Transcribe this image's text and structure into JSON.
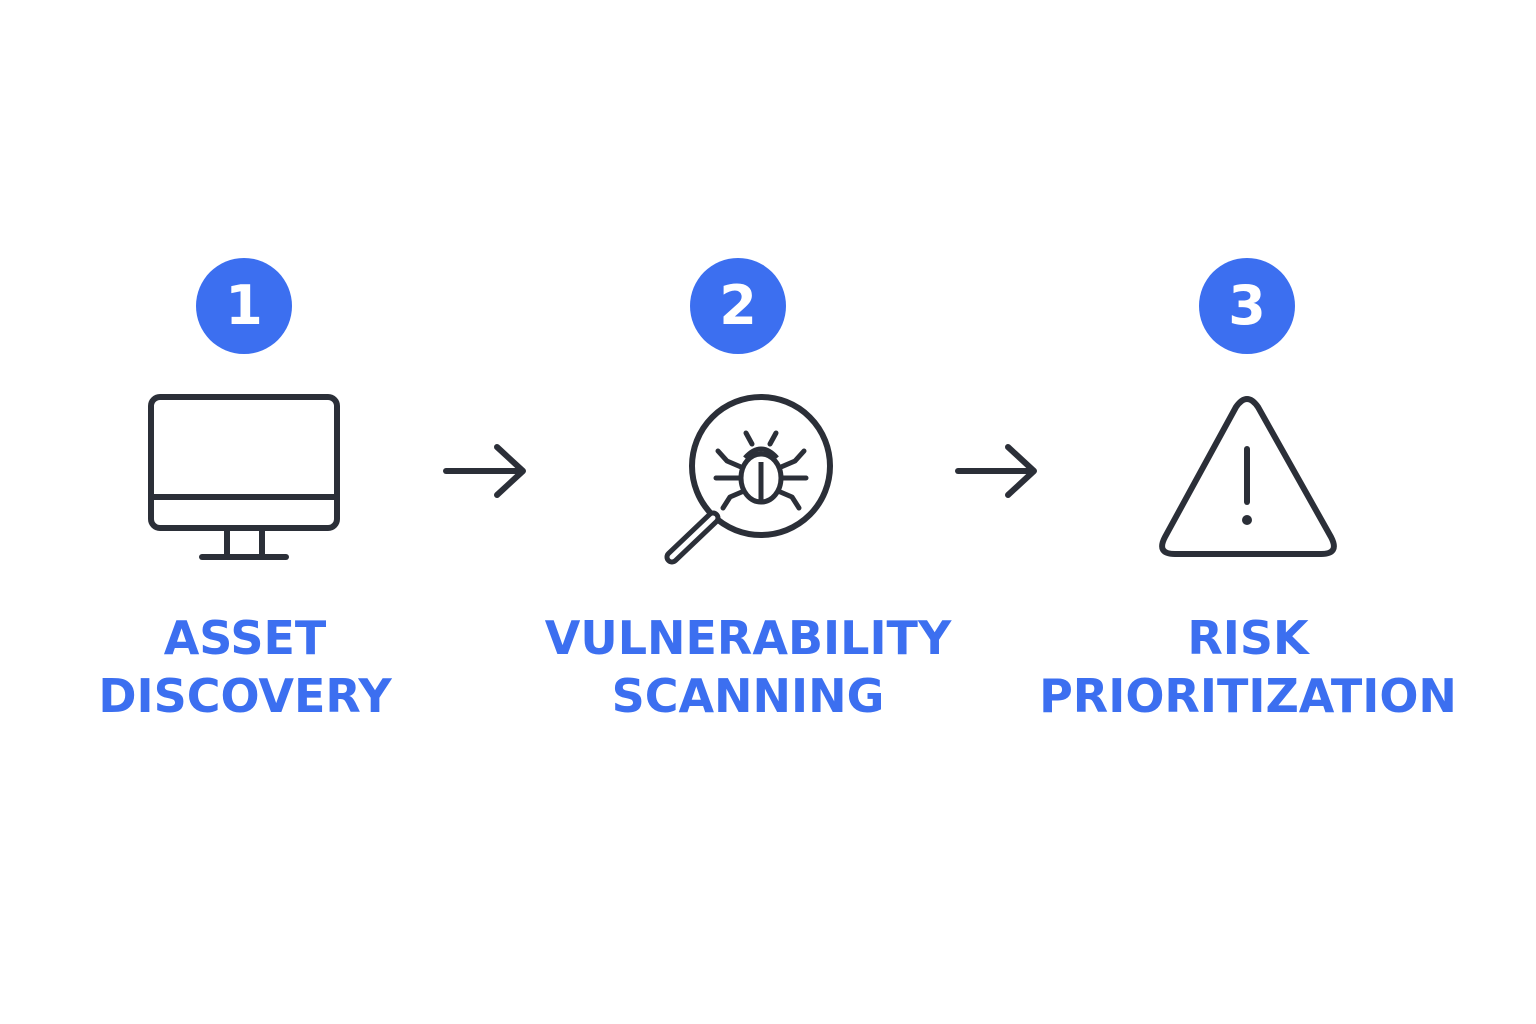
{
  "colors": {
    "accent": "#3c6ff0",
    "icon_stroke": "#2b2f38",
    "background": "#ffffff",
    "number_text": "#ffffff"
  },
  "steps": [
    {
      "number": "1",
      "icon": "monitor-icon",
      "label_line1": "ASSET",
      "label_line2": "DISCOVERY"
    },
    {
      "number": "2",
      "icon": "bug-magnifier-icon",
      "label_line1": "VULNERABILITY",
      "label_line2": "SCANNING"
    },
    {
      "number": "3",
      "icon": "warning-triangle-icon",
      "label_line1": "RISK",
      "label_line2": "PRIORITIZATION"
    }
  ],
  "connectors": [
    {
      "icon": "arrow-right-icon"
    },
    {
      "icon": "arrow-right-icon"
    }
  ]
}
